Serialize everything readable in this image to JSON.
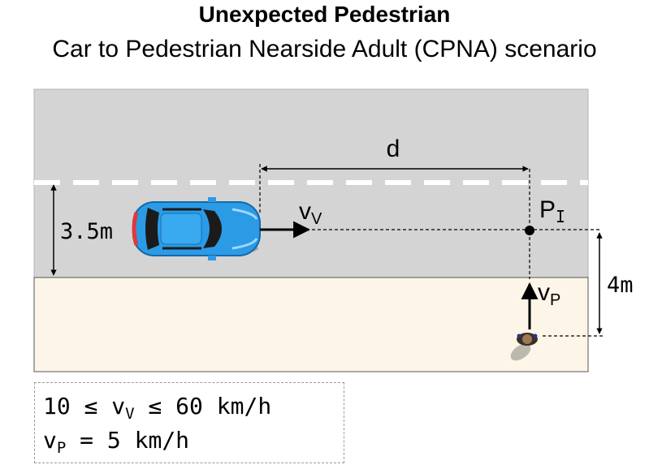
{
  "title": "Unexpected Pedestrian",
  "subtitle": "Car to Pedestrian Nearside Adult (CPNA) scenario",
  "labels": {
    "distance": "d",
    "vehicle_velocity_main": "v",
    "vehicle_velocity_sub": "V",
    "impact_point_main": "P",
    "impact_point_sub": "I",
    "pedestrian_velocity_main": "v",
    "pedestrian_velocity_sub": "P",
    "lane_offset": "3.5m",
    "pedestrian_distance": "4m"
  },
  "parameters": {
    "vehicle_speed_prefix": "10 ≤ v",
    "vehicle_speed_sub": "V",
    "vehicle_speed_suffix": " ≤ 60 km/h",
    "pedestrian_speed_prefix": "v",
    "pedestrian_speed_sub": "P",
    "pedestrian_speed_suffix": " = 5 km/h"
  },
  "colors": {
    "road": "#d4d4d4",
    "sidewalk": "#fdf6e8",
    "car_body": "#2b9be6",
    "lane_marking": "#ffffff"
  },
  "icons": {
    "car": "car-top-view-icon",
    "pedestrian": "pedestrian-top-view-icon"
  }
}
